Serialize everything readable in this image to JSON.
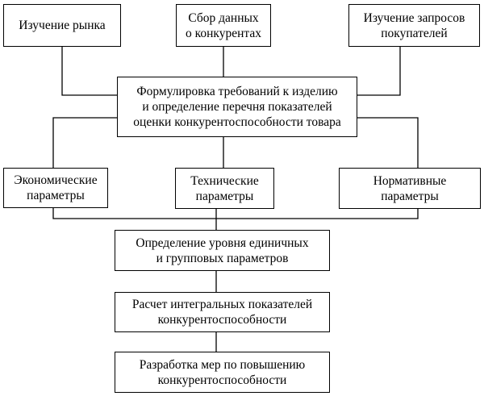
{
  "diagram": {
    "boxes": {
      "market_study": "Изучение рынка",
      "competitor_data": "Сбор данных\nо конкурентах",
      "buyer_requests": "Изучение запросов\nпокупателей",
      "requirements": "Формулировка требований к изделию\nи определение перечня показателей\nоценки конкурентоспособности товара",
      "economic": "Экономические\nпараметры",
      "technical": "Технические\nпараметры",
      "normative": "Нормативные\nпараметры",
      "level_determination": "Определение уровня единичных\nи групповых параметров",
      "integral_calc": "Расчет интегральных показателей\nконкурентоспособности",
      "measures": "Разработка мер по повышению\nконкурентоспособности"
    }
  }
}
